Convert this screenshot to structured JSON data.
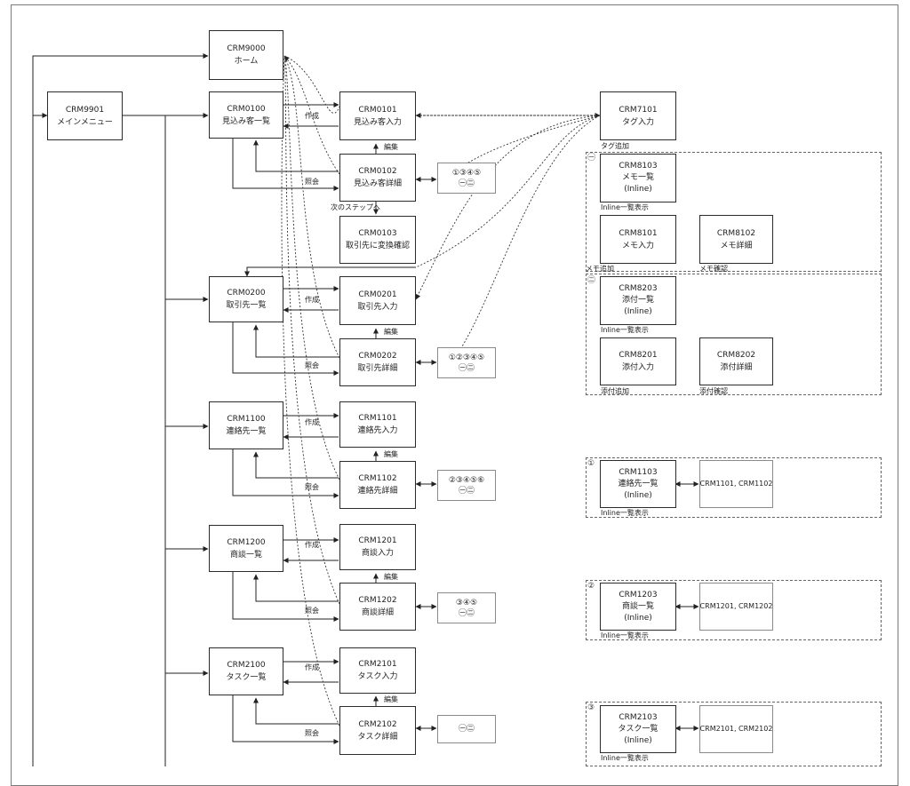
{
  "boxes": {
    "crm9000": {
      "code": "CRM9000",
      "name": "ホーム"
    },
    "crm9901": {
      "code": "CRM9901",
      "name": "メインメニュー"
    },
    "crm0100": {
      "code": "CRM0100",
      "name": "見込み客一覧"
    },
    "crm0101": {
      "code": "CRM0101",
      "name": "見込み客入力"
    },
    "crm0102": {
      "code": "CRM0102",
      "name": "見込み客詳細"
    },
    "crm0103": {
      "code": "CRM0103",
      "name": "取引先に変換確認"
    },
    "crm0200": {
      "code": "CRM0200",
      "name": "取引先一覧"
    },
    "crm0201": {
      "code": "CRM0201",
      "name": "取引先入力"
    },
    "crm0202": {
      "code": "CRM0202",
      "name": "取引先詳細"
    },
    "crm1100": {
      "code": "CRM1100",
      "name": "連絡先一覧"
    },
    "crm1101": {
      "code": "CRM1101",
      "name": "連絡先入力"
    },
    "crm1102": {
      "code": "CRM1102",
      "name": "連絡先詳細"
    },
    "crm1200": {
      "code": "CRM1200",
      "name": "商談一覧"
    },
    "crm1201": {
      "code": "CRM1201",
      "name": "商談入力"
    },
    "crm1202": {
      "code": "CRM1202",
      "name": "商談詳細"
    },
    "crm2100": {
      "code": "CRM2100",
      "name": "タスク一覧"
    },
    "crm2101": {
      "code": "CRM2101",
      "name": "タスク入力"
    },
    "crm2102": {
      "code": "CRM2102",
      "name": "タスク詳細"
    },
    "crm7101": {
      "code": "CRM7101",
      "name": "タグ入力"
    },
    "crm8103": {
      "code": "CRM8103",
      "name": "メモ一覧",
      "note": "(Inline)"
    },
    "crm8101": {
      "code": "CRM8101",
      "name": "メモ入力"
    },
    "crm8102": {
      "code": "CRM8102",
      "name": "メモ詳細"
    },
    "crm8203": {
      "code": "CRM8203",
      "name": "添付一覧",
      "note": "(Inline)"
    },
    "crm8201": {
      "code": "CRM8201",
      "name": "添付入力"
    },
    "crm8202": {
      "code": "CRM8202",
      "name": "添付詳細"
    },
    "crm1103": {
      "code": "CRM1103",
      "name": "連絡先一覧",
      "note": "(Inline)"
    },
    "crm1203": {
      "code": "CRM1203",
      "name": "商談一覧",
      "note": "(Inline)"
    },
    "crm2103": {
      "code": "CRM2103",
      "name": "タスク一覧",
      "note": "(Inline)"
    }
  },
  "ref_boxes": {
    "ref1": "CRM1101, CRM1102",
    "ref2": "CRM1201, CRM1202",
    "ref3": "CRM2101, CRM2102"
  },
  "badges": {
    "b0102": {
      "top": "①③④⑤",
      "bottom": "㊀㊁"
    },
    "b0202": {
      "top": "①②③④⑤",
      "bottom": "㊀㊁"
    },
    "b1102": {
      "top": "②③④⑤⑥",
      "bottom": "㊀㊁"
    },
    "b1202": {
      "top": "③④⑤",
      "bottom": "㊀㊁"
    },
    "b2102": {
      "top": "",
      "bottom": "㊀㊁"
    }
  },
  "labels": {
    "create": "作成",
    "view": "照会",
    "edit": "編集",
    "next_step": "次のステップへ",
    "tag_add": "タグ追加",
    "inline_list": "Inline一覧表示",
    "memo_add": "メモ追加",
    "memo_confirm": "メモ確認",
    "attach_add": "添付追加",
    "attach_confirm": "添付確認"
  },
  "markers": {
    "g1": "㊀",
    "g2": "㊁",
    "c1": "①",
    "c2": "②",
    "c3": "③"
  }
}
